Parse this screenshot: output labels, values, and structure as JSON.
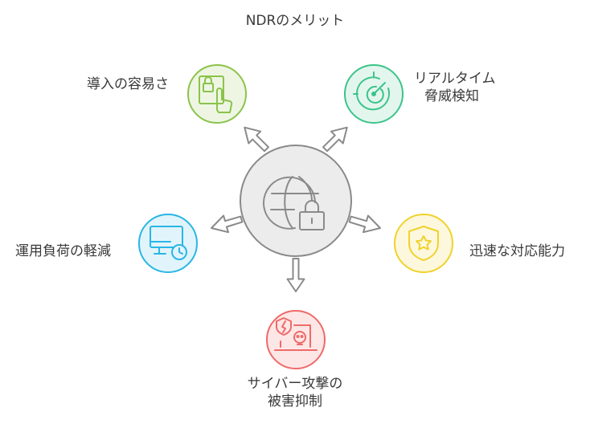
{
  "title": "NDRのメリット",
  "center": {
    "icon": "globe-lock-icon"
  },
  "benefits": [
    {
      "label": "導入の容易さ",
      "icon": "phone-lock-tap-icon",
      "color": "#8bc34a",
      "fill": "#eef6e3"
    },
    {
      "label_lines": [
        "リアルタイム",
        "脅威検知"
      ],
      "icon": "radar-icon",
      "color": "#3cc48a",
      "fill": "#e3f6ee"
    },
    {
      "label": "迅速な対応能力",
      "icon": "shield-star-icon",
      "color": "#f0d22c",
      "fill": "#fdf8dd"
    },
    {
      "label_lines": [
        "サイバー攻撃の",
        "被害抑制"
      ],
      "icon": "laptop-skull-shield-icon",
      "color": "#ef6a6a",
      "fill": "#fde7e6"
    },
    {
      "label": "運用負荷の軽減",
      "icon": "monitor-clock-icon",
      "color": "#29b6e6",
      "fill": "#e2f4fb"
    }
  ]
}
